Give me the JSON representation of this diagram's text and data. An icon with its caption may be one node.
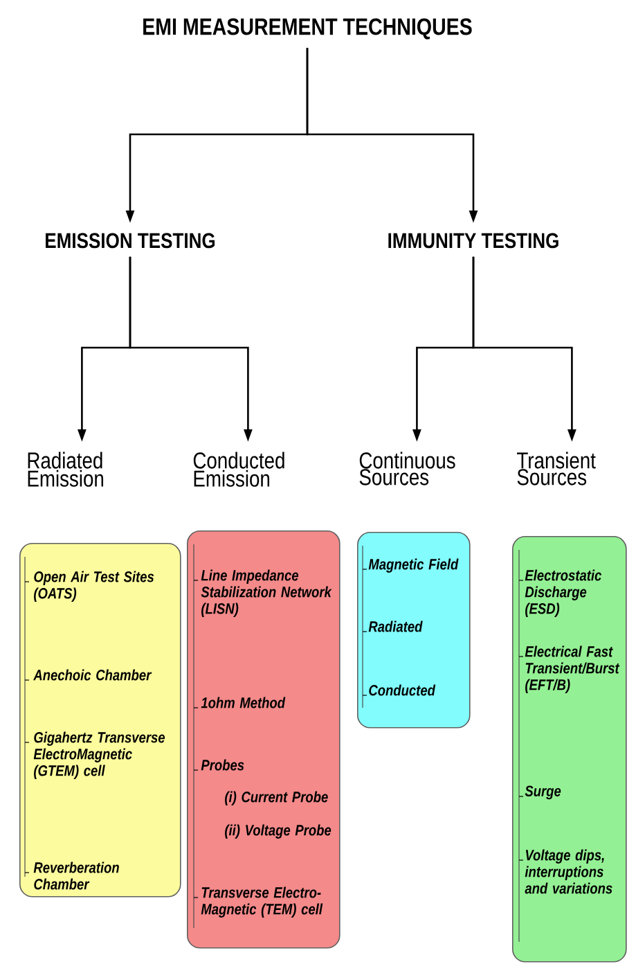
{
  "diagram": {
    "nodes": [
      {
        "text": [
          "EMI MEASUREMENT TECHNIQUES"
        ]
      },
      {
        "text": [
          "EMISSION TESTING"
        ]
      },
      {
        "text": [
          "IMMUNITY TESTING"
        ]
      },
      {
        "text": [
          "Radiated Emission"
        ]
      },
      {
        "text": [
          "Conducted Emission"
        ]
      },
      {
        "text": [
          "Continuous Sources"
        ]
      },
      {
        "text": [
          "Transient Sources"
        ]
      },
      {
        "text": [
          "Open Air Test Sites (OATS)",
          "Anechoic Chamber",
          "Gigahertz Transverse ElectroMagnetic (GTEM) cell",
          "Reverberation Chamber"
        ]
      },
      {
        "text": [
          "Line Impedance Stabilization Network (LISN)",
          "1ohm Method",
          "Probes",
          "(i) Current Probe",
          "(ii) Voltage Probe",
          "Transverse Electro-Magnetic (TEM) cell"
        ]
      },
      {
        "text": [
          "Magnetic Field",
          "Radiated",
          "Conducted"
        ]
      },
      {
        "text": [
          "Electrostatic Discharge (ESD)",
          "Electrical Fast Transient/Burst (EFT/B)",
          "Surge",
          "Voltage dips, interruptions and variations"
        ]
      }
    ],
    "edges": [
      {
        "from": 0,
        "to": 1,
        "arrow": "to"
      },
      {
        "from": 0,
        "to": 2,
        "arrow": "to"
      },
      {
        "from": 1,
        "to": 3,
        "arrow": "to"
      },
      {
        "from": 1,
        "to": 4,
        "arrow": "to"
      },
      {
        "from": 2,
        "to": 5,
        "arrow": "to"
      },
      {
        "from": 2,
        "to": 6,
        "arrow": "to"
      }
    ]
  }
}
